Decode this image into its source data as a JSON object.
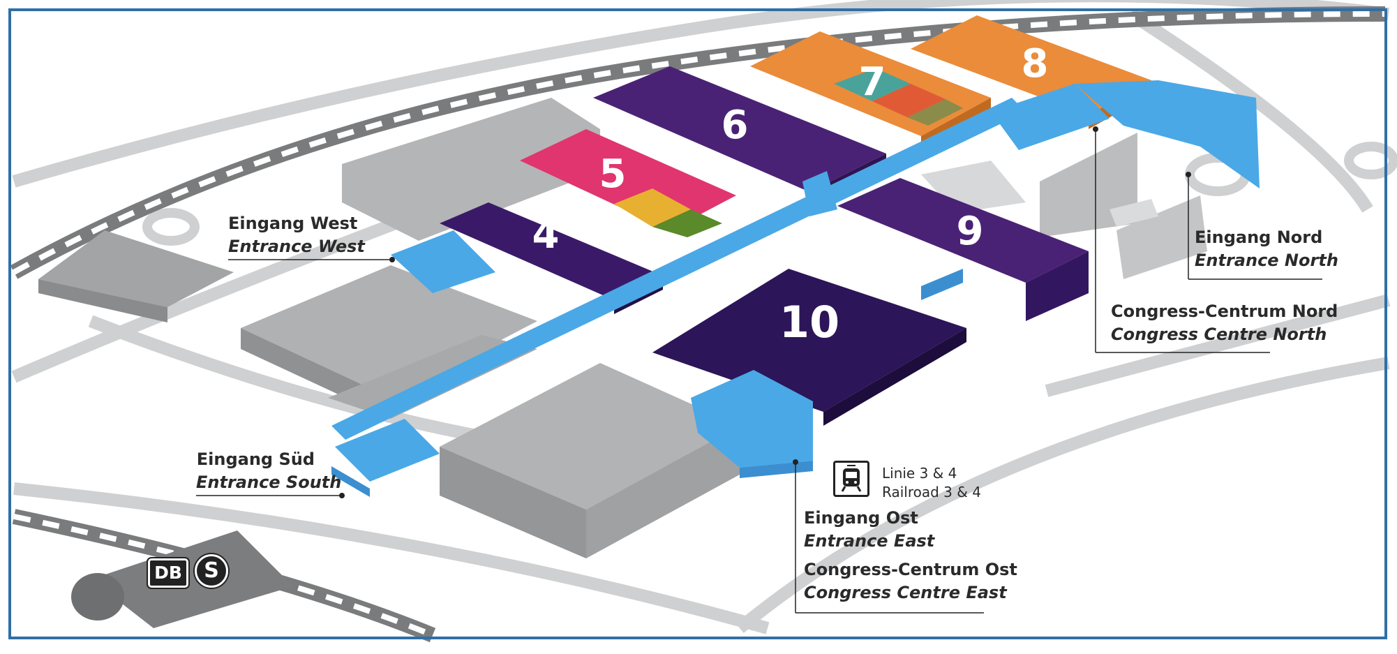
{
  "halls": [
    {
      "number": "4",
      "color": "#3a1a68"
    },
    {
      "number": "5",
      "color": "#e0356f"
    },
    {
      "number": "6",
      "color": "#4a2275"
    },
    {
      "number": "7",
      "color": "#ea8c3a"
    },
    {
      "number": "8",
      "color": "#ea8c3a"
    },
    {
      "number": "9",
      "color": "#4a2275"
    },
    {
      "number": "10",
      "color": "#2c1558"
    }
  ],
  "entrances": {
    "west": {
      "de": "Eingang West",
      "en": "Entrance West"
    },
    "south": {
      "de": "Eingang Süd",
      "en": "Entrance South"
    },
    "north": {
      "de": "Eingang Nord",
      "en": "Entrance North"
    },
    "east": {
      "de": "Eingang Ost",
      "en": "Entrance East"
    }
  },
  "congress": {
    "north": {
      "de": "Congress-Centrum Nord",
      "en": "Congress Centre North"
    },
    "east": {
      "de": "Congress-Centrum Ost",
      "en": "Congress Centre East"
    }
  },
  "transit": {
    "tram_line_de": "Linie 3 & 4",
    "tram_line_en": "Railroad 3 & 4",
    "db_badge": "DB",
    "sbahn_badge": "S",
    "tram_icon": "tram-icon"
  },
  "colors": {
    "frame": "#2f6fa6",
    "connector": "#4aa8e6",
    "building_grey": "#a9aaab",
    "road": "#c9cacb"
  }
}
